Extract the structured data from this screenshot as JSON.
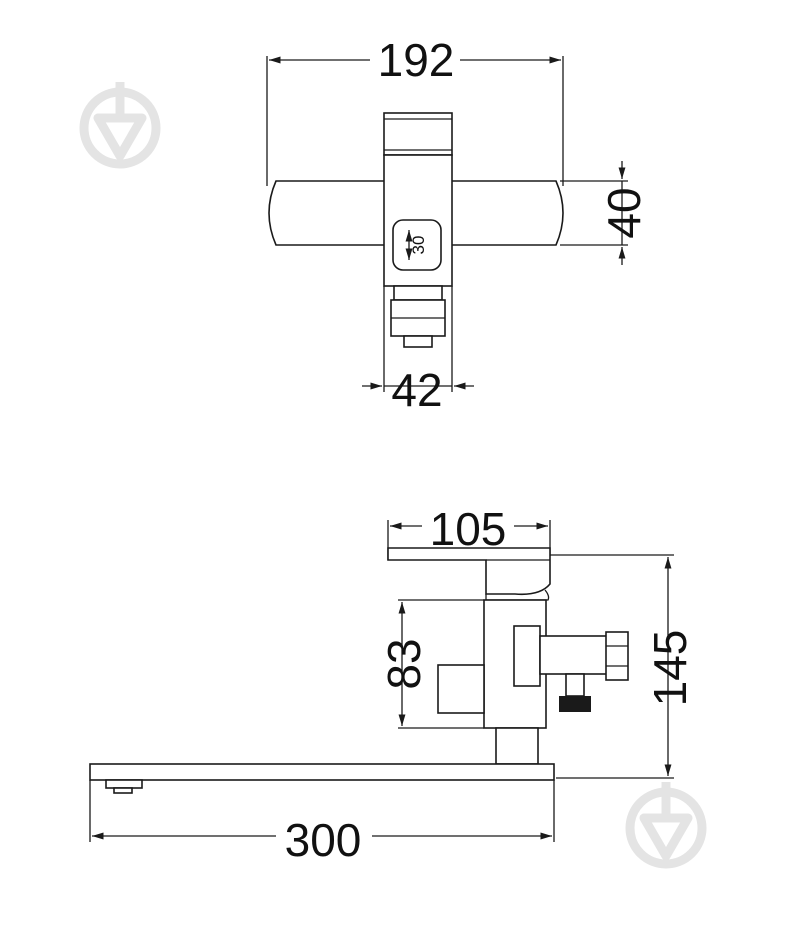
{
  "colors": {
    "line": "#1a1a1a",
    "background": "#ffffff",
    "watermark": "#e4e4e4"
  },
  "icons": [
    "download-watermark-icon"
  ],
  "top_view": {
    "width_label": "192",
    "handle_height_label": "40",
    "body_width_label": "42",
    "cartridge_label": "30"
  },
  "side_view": {
    "lever_length_label": "105",
    "body_height_label": "83",
    "total_height_label": "145",
    "spout_length_label": "300"
  }
}
